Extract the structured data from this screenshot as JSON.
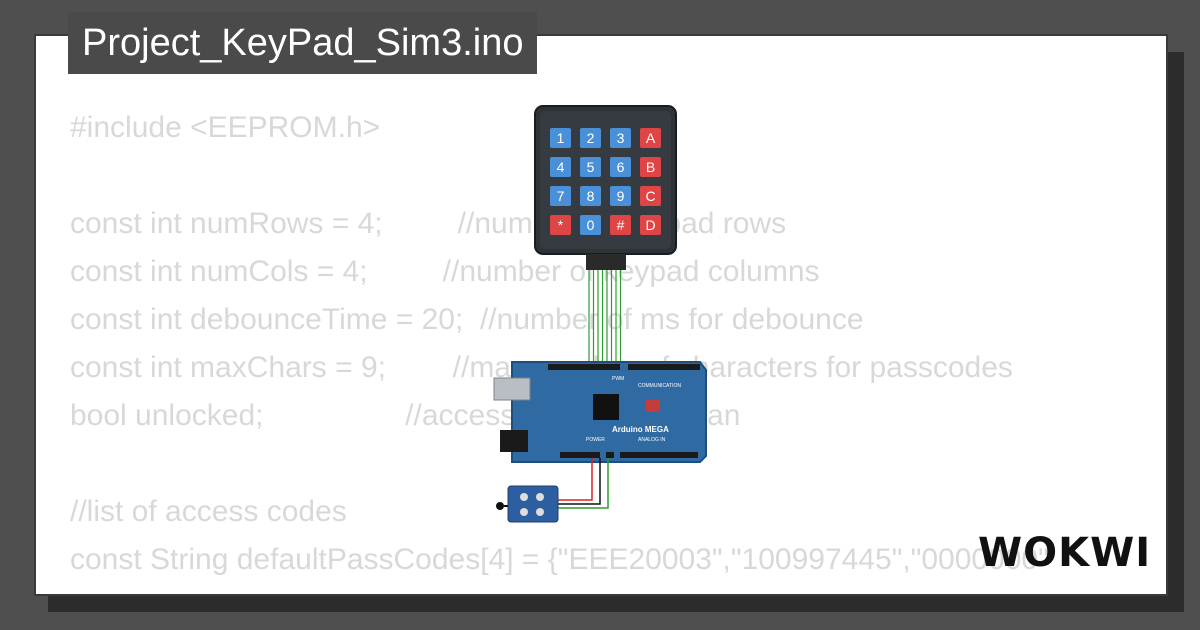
{
  "window": {
    "title": "Project_KeyPad_Sim3.ino"
  },
  "code_lines": [
    "#include <EEPROM.h>",
    "",
    "const int numRows = 4;         //number of keypad rows",
    "const int numCols = 4;         //number of keypad columns",
    "const int debounceTime = 20;  //number of ms for debounce",
    "const int maxChars = 9;        //max number of characters for passcodes",
    "bool unlocked;                 //access granted boolean",
    "",
    "//list of access codes",
    "const String defaultPassCodes[4] = {\"EEE20003\",\"100997445\",\"0000000\""
  ],
  "keypad": {
    "keys": [
      [
        "1",
        "2",
        "3",
        "A"
      ],
      [
        "4",
        "5",
        "6",
        "B"
      ],
      [
        "7",
        "8",
        "9",
        "C"
      ],
      [
        "*",
        "0",
        "#",
        "D"
      ]
    ]
  },
  "board": {
    "label": "Arduino MEGA",
    "pwm_label": "PWM",
    "comm_label": "COMMUNICATION",
    "power_label": "POWER",
    "analog_label": "ANALOG IN"
  },
  "logo": {
    "text": "WOKWI"
  },
  "colors": {
    "background": "#4f4f4f",
    "title_bar": "#4a4a4a",
    "code_text": "#d8d8d8",
    "key_blue": "#4a90d9",
    "key_red": "#e04545",
    "board_blue": "#2f6aa3",
    "wire_green": "#2e9e2e"
  }
}
